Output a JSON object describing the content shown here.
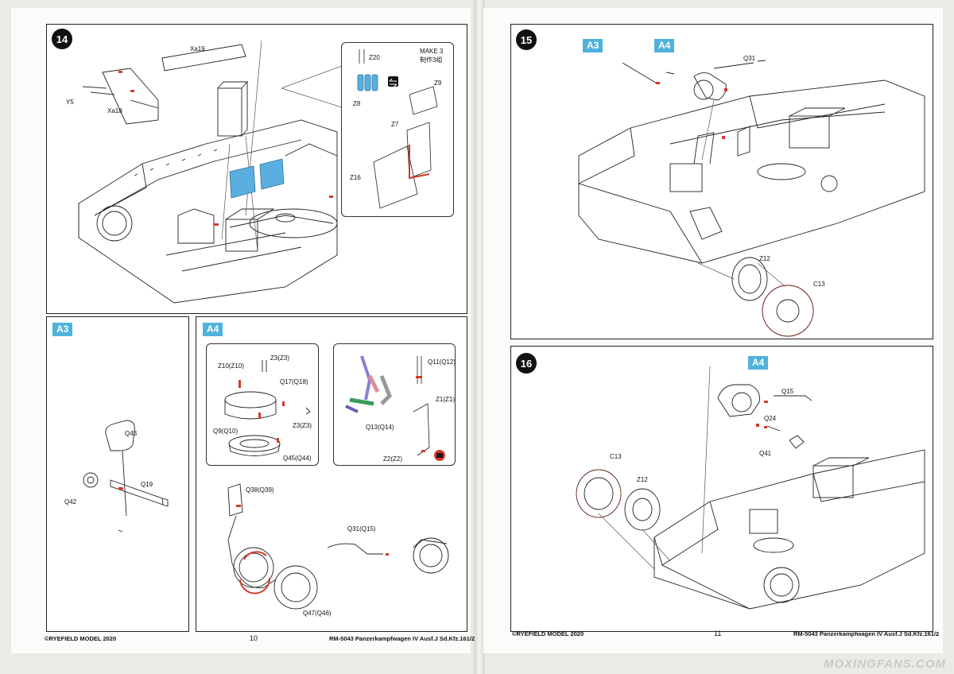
{
  "left_page": {
    "step14": {
      "number": "14",
      "labels": {
        "xa19": "Xa19",
        "y5": "Y5",
        "xa18": "Xa18",
        "z20": "Z20",
        "z8": "Z8",
        "z9": "Z9",
        "z7": "Z7",
        "z16": "Z16"
      },
      "make_note": "MAKE 3",
      "make_note_cn": "制作3组"
    },
    "a3": {
      "tag": "A3",
      "labels": {
        "q43": "Q43",
        "q19": "Q19",
        "q42": "Q42"
      }
    },
    "a4": {
      "tag": "A4",
      "labels": {
        "z3": "Z3(Z3)",
        "z10": "Z10(Z10)",
        "q17": "Q17(Q18)",
        "z3b": "Z3(Z3)",
        "q9": "Q9(Q10)",
        "q45": "Q45(Q44)",
        "q11": "Q11(Q12)",
        "z1": "Z1(Z1)",
        "q13": "Q13(Q14)",
        "z2": "Z2(Z2)",
        "q38": "Q38(Q39)",
        "q31": "Q31(Q15)",
        "q47": "Q47(Q46)"
      }
    },
    "footer": {
      "copyright": "©RYEFIELD MODEL 2020",
      "page": "10",
      "title": "RM-5043 Panzerkampfwagen IV Ausf.J Sd.Kfz.161/2"
    }
  },
  "right_page": {
    "step15": {
      "number": "15",
      "tags": [
        "A3",
        "A4"
      ],
      "labels": {
        "q31": "Q31",
        "z12": "Z12",
        "c13": "C13"
      }
    },
    "step16": {
      "number": "16",
      "tag": "A4",
      "labels": {
        "q15": "Q15",
        "q24": "Q24",
        "q41": "Q41",
        "c13": "C13",
        "z12": "Z12"
      }
    },
    "footer": {
      "copyright": "©RYEFIELD MODEL 2020",
      "page": "11",
      "title": "RM-5043 Panzerkampfwagen IV Ausf.J Sd.Kfz.161/2"
    }
  },
  "watermark": "MOXINGFANS.COM",
  "colors": {
    "accent_blue": "#4fb2dd",
    "part_red": "#d23a2a",
    "part_blue": "#5aaee0",
    "line": "#222222"
  },
  "icons": [
    "arrow-swap-icon",
    "glue-icon"
  ]
}
